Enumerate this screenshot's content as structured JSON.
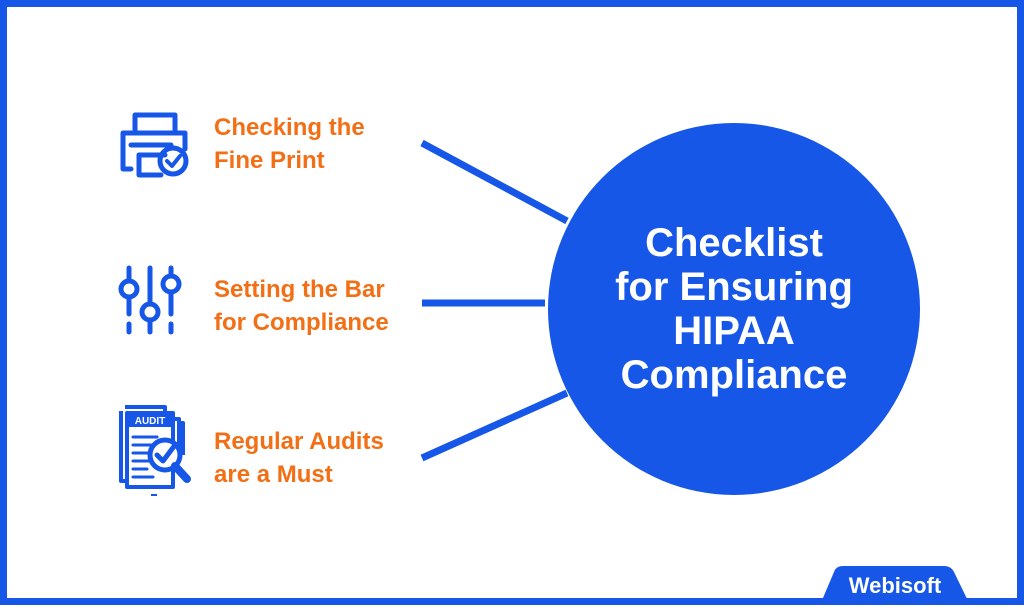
{
  "colors": {
    "primary_blue": "#1657e8",
    "accent_orange": "#f26f16",
    "background": "#ffffff"
  },
  "hub": {
    "lines": [
      "Checklist",
      "for Ensuring",
      "HIPAA",
      "Compliance"
    ]
  },
  "items": [
    {
      "icon": "printer-check-icon",
      "lines": [
        "Checking the",
        "Fine Print"
      ]
    },
    {
      "icon": "sliders-icon",
      "lines": [
        "Setting the Bar",
        "for Compliance"
      ]
    },
    {
      "icon": "audit-document-icon",
      "lines": [
        "Regular Audits",
        "are a Must"
      ],
      "icon_label": "AUDIT"
    }
  ],
  "brand": {
    "name": "Webisoft"
  }
}
